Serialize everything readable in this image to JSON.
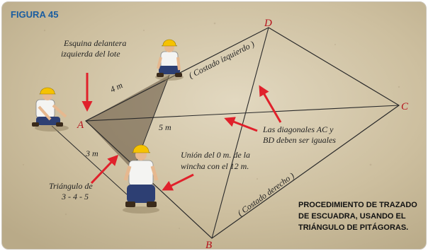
{
  "figure_label": "FIGURA 45",
  "points": {
    "A": "A",
    "B": "B",
    "C": "C",
    "D": "D"
  },
  "measures": {
    "four": "4 m",
    "five": "5 m",
    "three": "3 m"
  },
  "annotations": {
    "corner_line1": "Esquina delantera",
    "corner_line2": "izquierda del lote",
    "left_side": "( Costado izquierdo )",
    "right_side": "( Costado derecho )",
    "diagonals_line1": "Las diagonales AC y",
    "diagonals_line2": "BD deben ser iguales",
    "union_line1": "Unión del 0 m. de la",
    "union_line2": "wincha con el 12 m.",
    "triangle_line1": "Triángulo de",
    "triangle_line2": "3 - 4 - 5"
  },
  "procedure": {
    "line1": "PROCEDIMIENTO DE TRAZADO",
    "line2": "DE ESCUADRA, USANDO EL",
    "line3": "TRIÁNGULO DE PITÁGORAS."
  },
  "colors": {
    "ground": "#cdbf9f",
    "arrow": "#e0212b",
    "point_label": "#b5121b",
    "heading": "#1a5da0",
    "helmet": "#f5c200",
    "shirt": "#f4f4f2",
    "pants": "#2d3f73",
    "triangle_fill": "#5e4f3a"
  },
  "icons": [
    "worker-figure",
    "red-arrow"
  ]
}
